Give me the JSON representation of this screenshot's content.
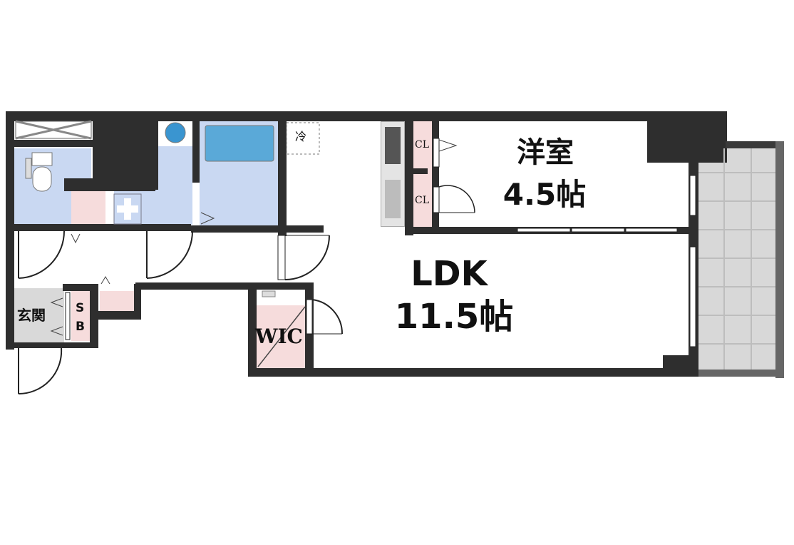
{
  "floorplan": {
    "type": "1LDK",
    "rooms": {
      "western_room": {
        "name": "洋室",
        "size": "4.5帖"
      },
      "ldk": {
        "name": "LDK",
        "size": "11.5帖"
      },
      "entrance": {
        "name": "玄関"
      },
      "shoe_box": {
        "line1": "S",
        "line2": "B"
      },
      "walk_in_closet": {
        "name": "WIC"
      },
      "closet_upper": {
        "name": "CL"
      },
      "closet_lower": {
        "name": "CL"
      },
      "refrigerator": {
        "name": "冷"
      }
    },
    "colors": {
      "wall": "#2e2e2e",
      "wet_area": "#c9d8f2",
      "storage": "#f6dcdc",
      "balcony": "#d8d8d8",
      "entrance_floor": "#d9d9d9"
    }
  }
}
